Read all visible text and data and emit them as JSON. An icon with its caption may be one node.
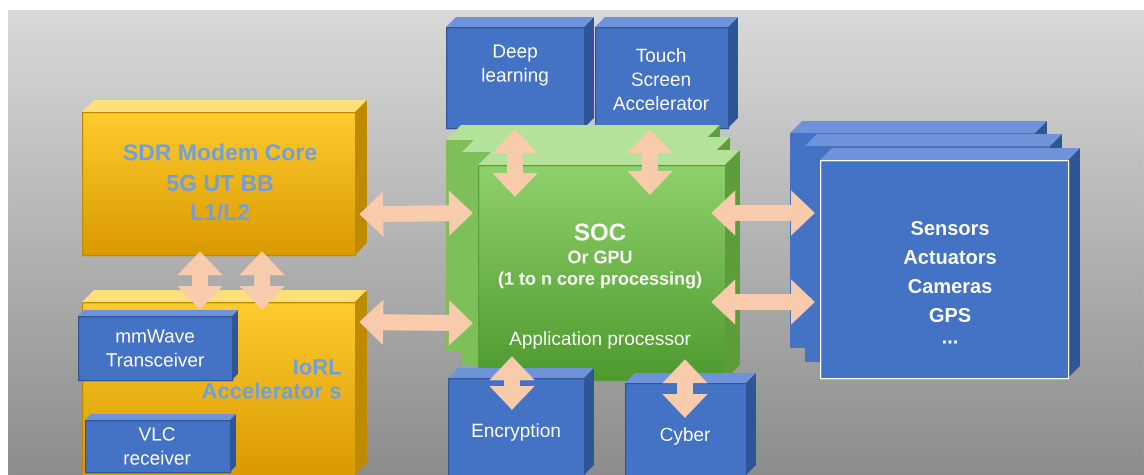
{
  "diagram": {
    "nodes": [
      {
        "text": [
          "SDR Modem Core",
          "5G UT BB",
          "L1/L2"
        ]
      },
      {
        "text": [
          "IoRL Accelerator s"
        ]
      },
      {
        "text": [
          "mmWave Transceiver"
        ],
        "in": 1
      },
      {
        "text": [
          "VLC receiver"
        ],
        "in": 1
      },
      {
        "text": [
          "Deep learning"
        ]
      },
      {
        "text": [
          "Touch Screen Accelerator"
        ]
      },
      {
        "text": [
          "SOC",
          "Or GPU",
          "(1 to n core processing)",
          "Application processor"
        ]
      },
      {
        "text": [
          "Encryption"
        ]
      },
      {
        "text": [
          "Cyber"
        ]
      },
      {
        "text": [
          "Sensors",
          "Actuators",
          "Cameras",
          "GPS",
          "..."
        ]
      }
    ],
    "edges": [
      {
        "from": 0,
        "to": 1,
        "arrow": "both"
      },
      {
        "from": 0,
        "to": 1,
        "arrow": "both"
      },
      {
        "from": 0,
        "to": 6,
        "arrow": "both"
      },
      {
        "from": 1,
        "to": 6,
        "arrow": "both"
      },
      {
        "from": 4,
        "to": 6,
        "arrow": "both"
      },
      {
        "from": 5,
        "to": 6,
        "arrow": "both"
      },
      {
        "from": 6,
        "to": 7,
        "arrow": "both"
      },
      {
        "from": 6,
        "to": 8,
        "arrow": "both"
      },
      {
        "from": 6,
        "to": 9,
        "arrow": "both"
      },
      {
        "from": 6,
        "to": 9,
        "arrow": "both"
      }
    ]
  }
}
